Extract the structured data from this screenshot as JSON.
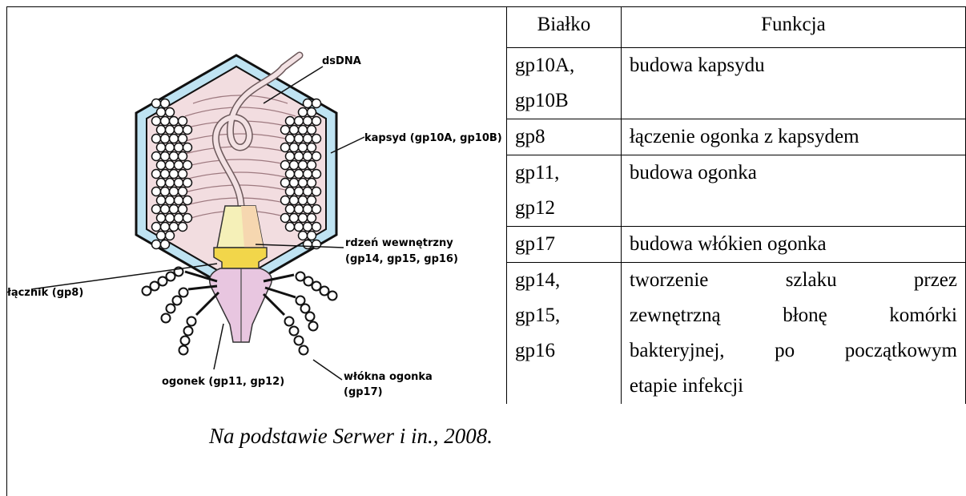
{
  "figure": {
    "labels": {
      "dsdna": "dsDNA",
      "kapsyd": "kapsyd (gp10A, gp10B)",
      "rdzen_line1": "rdzeń wewnętrzny",
      "rdzen_line2": "(gp14, gp15, gp16)",
      "lacznik": "łącznik (gp8)",
      "ogonek": "ogonek (gp11, gp12)",
      "wlokna_line1": "włókna ogonka",
      "wlokna_line2": "(gp17)"
    },
    "caption": "Na podstawie Serwer i in., 2008.",
    "colors": {
      "capsid_outer": "#bfe3f2",
      "capsid_inner": "#f2dde0",
      "dna_stripes": "#e9c6cc",
      "core_yellow": "#f5f0b8",
      "connector": "#f2d64a",
      "tail": "#e8c6e0"
    }
  },
  "table": {
    "headers": [
      "Białko",
      "Funkcja"
    ],
    "rows": [
      {
        "protein": [
          "gp10A,",
          "gp10B"
        ],
        "function": [
          "budowa kapsydu"
        ]
      },
      {
        "protein": [
          "gp8"
        ],
        "function": [
          "łączenie ogonka z kapsydem"
        ]
      },
      {
        "protein": [
          "gp11,",
          "gp12"
        ],
        "function": [
          "budowa ogonka"
        ]
      },
      {
        "protein": [
          "gp17"
        ],
        "function": [
          "budowa włókien ogonka"
        ]
      },
      {
        "protein": [
          "gp14,",
          "gp15,",
          "gp16"
        ],
        "function": [
          "tworzenie szlaku przez",
          "zewnętrzną błonę komórki",
          "bakteryjnej, po początkowym",
          "etapie infekcji"
        ]
      }
    ]
  }
}
